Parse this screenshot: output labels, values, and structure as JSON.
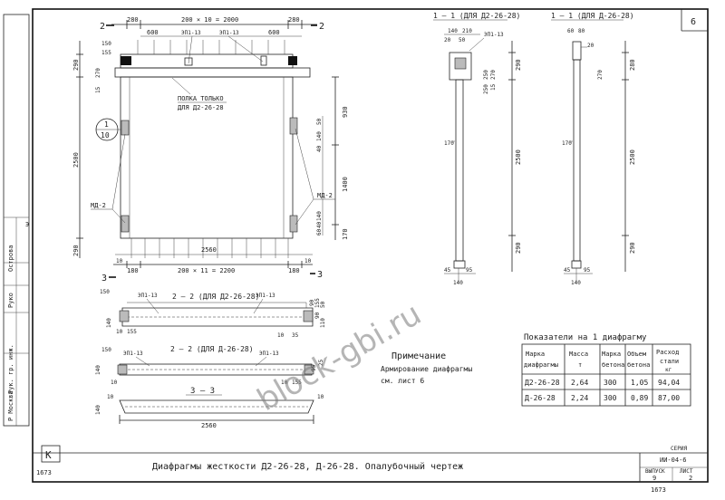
{
  "sheet_number": "6",
  "front_view": {
    "dims_top": [
      "280",
      "200 × 10 = 2000",
      "280"
    ],
    "dims_inner": [
      "600",
      "600"
    ],
    "callouts": [
      "ЭП1-13",
      "ЭП1-13"
    ],
    "dims_left": [
      "290",
      "2500",
      "290"
    ],
    "dims_left_small": [
      "150",
      "155",
      "270",
      "15"
    ],
    "dims_right": [
      "930",
      "1400",
      "170"
    ],
    "dims_right_small": [
      "50",
      "140",
      "40",
      "140",
      "40",
      "60"
    ],
    "shelf_note": [
      "ПОЛКА ТОЛЬКО",
      "ДЛЯ Д2-26-28"
    ],
    "md_left": "МД-2",
    "md_right": "МД-2",
    "node_top": "1",
    "node_bottom": "10",
    "dims_bottom": [
      "10",
      "180",
      "200 × 11 = 2200",
      "180",
      "10"
    ],
    "overall_width": "2560",
    "cut_2": "2",
    "cut_3": "3"
  },
  "section_1a": {
    "title": "1 – 1 (ДЛЯ Д2-26-28)",
    "dims_top": [
      "140",
      "210"
    ],
    "dims_top_small": [
      "20",
      "50"
    ],
    "callout": "ЭП1-13",
    "dims_side": [
      "290",
      "270",
      "15",
      "250",
      "250",
      "2500",
      "290"
    ],
    "dims_left": [
      "170"
    ],
    "dims_bottom": [
      "45",
      "95",
      "140"
    ]
  },
  "section_1b": {
    "title": "1 – 1 (ДЛЯ Д-26-28)",
    "dims_top": [
      "60",
      "80"
    ],
    "dims_side": [
      "20",
      "280",
      "270",
      "2500",
      "290"
    ],
    "dims_left": [
      "170"
    ],
    "dims_bottom": [
      "45",
      "95",
      "140"
    ]
  },
  "section_2a": {
    "title": "2 – 2 (ДЛЯ Д2-26-28)",
    "callouts": [
      "ЭП1-13",
      "ЭП1-13"
    ],
    "dims": [
      "150",
      "140",
      "10",
      "155",
      "90",
      "155",
      "90",
      "50",
      "110",
      "10",
      "35"
    ]
  },
  "section_2b": {
    "title": "2 – 2 (ДЛЯ Д-26-28)",
    "callouts": [
      "ЭП1-13",
      "ЭП1-13"
    ],
    "dims": [
      "150",
      "140",
      "10",
      "10",
      "155",
      "95",
      "25"
    ]
  },
  "section_3": {
    "title": "3 – 3",
    "width": "2560",
    "dims": [
      "140",
      "10",
      "10"
    ]
  },
  "note": {
    "title": "Примечание",
    "line1": "Армирование диафрагмы",
    "line2": "см. лист 6"
  },
  "table": {
    "caption": "Показатели на 1 диафрагму",
    "headers": [
      [
        "Марка",
        "диафрагмы"
      ],
      [
        "Масса",
        "т"
      ],
      [
        "Марка",
        "бетона"
      ],
      [
        "Объем",
        "бетона"
      ],
      [
        "Расход",
        "стали",
        "кг"
      ]
    ],
    "rows": [
      [
        "Д2-26-28",
        "2,64",
        "300",
        "1,05",
        "94,04"
      ],
      [
        "Д-26-28",
        "2,24",
        "300",
        "0,89",
        "87,00"
      ]
    ]
  },
  "side_stamp": [
    "Э",
    "Острова",
    "Руко",
    "Рук. гр. инж.",
    "Р Москва"
  ],
  "stamp_k": "К",
  "stamp_num": "1673",
  "title_block": {
    "title": "Диафрагмы жесткости Д2-26-28, Д-26-28. Опалубочный чертеж",
    "series_label": "СЕРИЯ",
    "series_value": "ИИ-04-6",
    "issue_label": "ВЫПУСК",
    "issue_value": "9",
    "sheet_label": "ЛИСТ",
    "sheet_value": "2",
    "bottom_number": "1673"
  },
  "watermark": "block-gbi.ru"
}
